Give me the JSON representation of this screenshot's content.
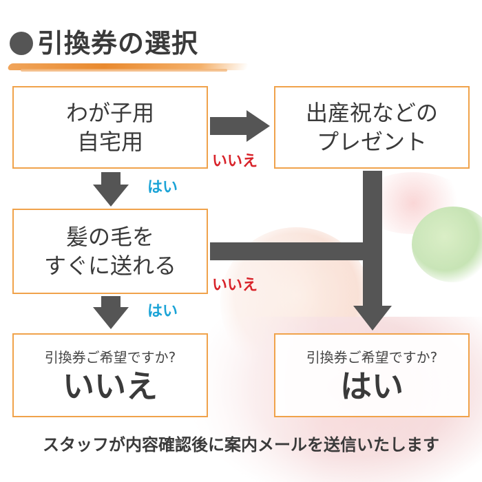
{
  "title": "引換券の選択",
  "boxes": {
    "own_use": "わが子用\n自宅用",
    "present": "出産祝などの\nプレゼント",
    "hair": "髪の毛を\nすぐに送れる"
  },
  "labels": {
    "yes": "はい",
    "no": "いいえ"
  },
  "answers": {
    "question": "引換券ご希望ですか?",
    "left": "いいえ",
    "right": "はい"
  },
  "footer": "スタッフが内容確認後に案内メールを送信いたします",
  "colors": {
    "accent": "#f0a24a",
    "yes_label": "#1aa3d6",
    "no_label": "#d8232a",
    "arrow": "#555555"
  }
}
